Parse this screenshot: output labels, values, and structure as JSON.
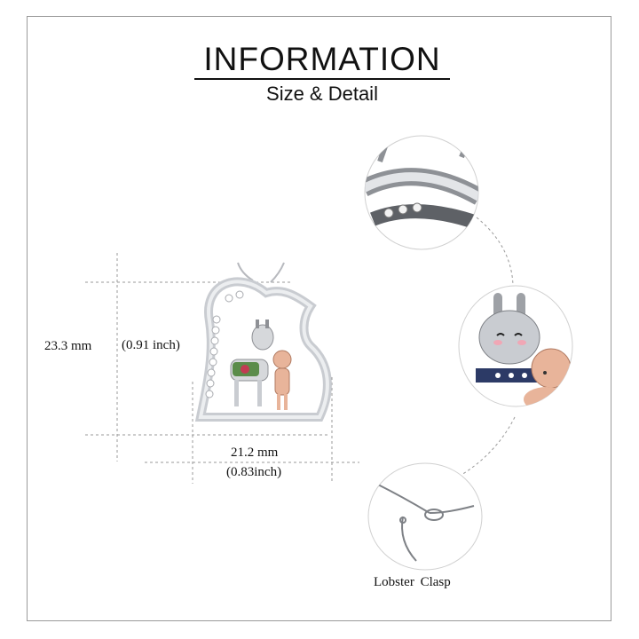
{
  "header": {
    "title": "INFORMATION",
    "subtitle": "Size & Detail"
  },
  "dimensions": {
    "height_mm": "23.3 mm",
    "height_inch": "(0.91 inch)",
    "width_mm": "21.2 mm",
    "width_inch": "(0.83inch)"
  },
  "details": {
    "clasp_label": "Lobster  Clasp"
  },
  "colors": {
    "silver": "#c9ccd1",
    "rose_gold": "#e8b49a",
    "guide_line": "#9a9a9a",
    "text": "#111111"
  }
}
